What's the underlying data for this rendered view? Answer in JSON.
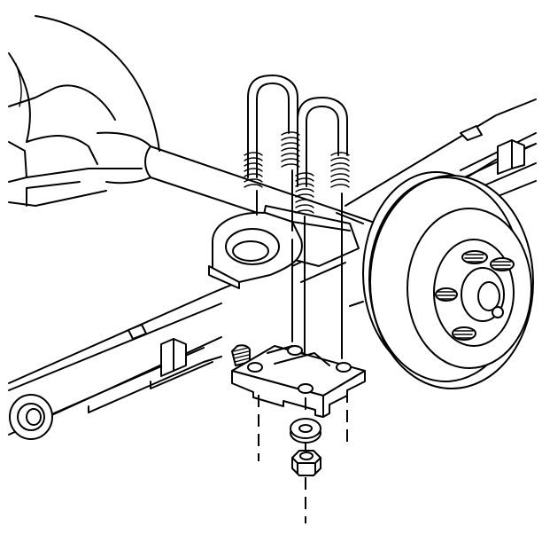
{
  "figure": {
    "components": [
      "axle-housing",
      "differential-housing",
      "leaf-spring",
      "spring-eye-bushing",
      "spring-clip",
      "spring-seat",
      "u-bolt-rear",
      "u-bolt-front",
      "anchor-plate",
      "washer",
      "nut",
      "brake-drum",
      "wheel-studs",
      "locating-pin"
    ],
    "colors": {
      "line": "#000000",
      "background": "#ffffff"
    }
  }
}
